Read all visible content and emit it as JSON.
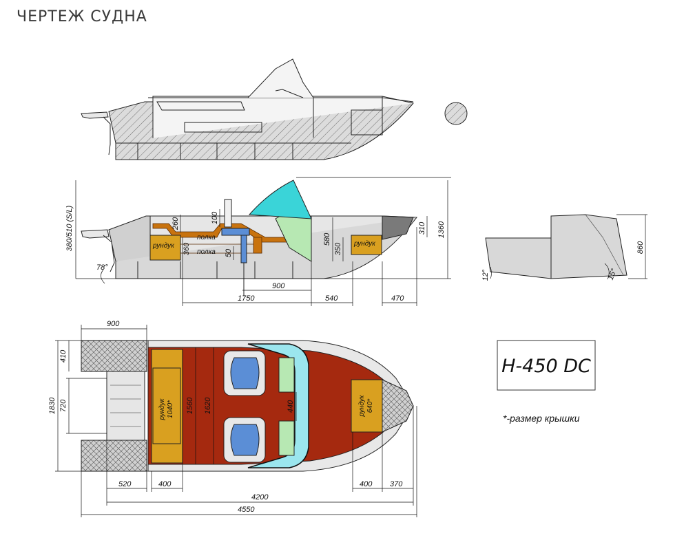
{
  "title": "ЧЕРТЕЖ СУДНА",
  "model": "H-450 DC",
  "note": "*-размер крышки",
  "side_view": {
    "labels": {
      "locker": "рундук",
      "shelf": "полка"
    },
    "dims": {
      "height_sl": "380/510 (S/L)",
      "angle_stern": "78°",
      "d100": "100",
      "d260": "260",
      "d50": "50",
      "d360": "360",
      "d580": "580",
      "d350": "350",
      "d310": "310",
      "d1360": "1360",
      "d900": "900",
      "d1750": "1750",
      "d540": "540",
      "d470": "470"
    }
  },
  "section_view": {
    "dims": {
      "d860": "860",
      "angle_12": "12°",
      "angle_15": "15°"
    }
  },
  "top_view": {
    "labels": {
      "locker_rear": "рундук",
      "locker_rear_size": "1040*",
      "locker_front": "рундук",
      "locker_front_size": "640*"
    },
    "dims": {
      "d900": "900",
      "d410": "410",
      "d720": "720",
      "d1830": "1830",
      "d1560": "1560",
      "d1620": "1620",
      "d440": "440",
      "d520": "520",
      "d400": "400",
      "d4200": "4200",
      "d4550": "4550",
      "d400b": "400",
      "d370": "370"
    }
  },
  "colors": {
    "wood": "#a5290f",
    "locker": "#d9a020",
    "seat": "#5b8ed6",
    "glass": "#9be6ee",
    "hull": "#d8d8d8",
    "deck": "#e6e6e6"
  }
}
